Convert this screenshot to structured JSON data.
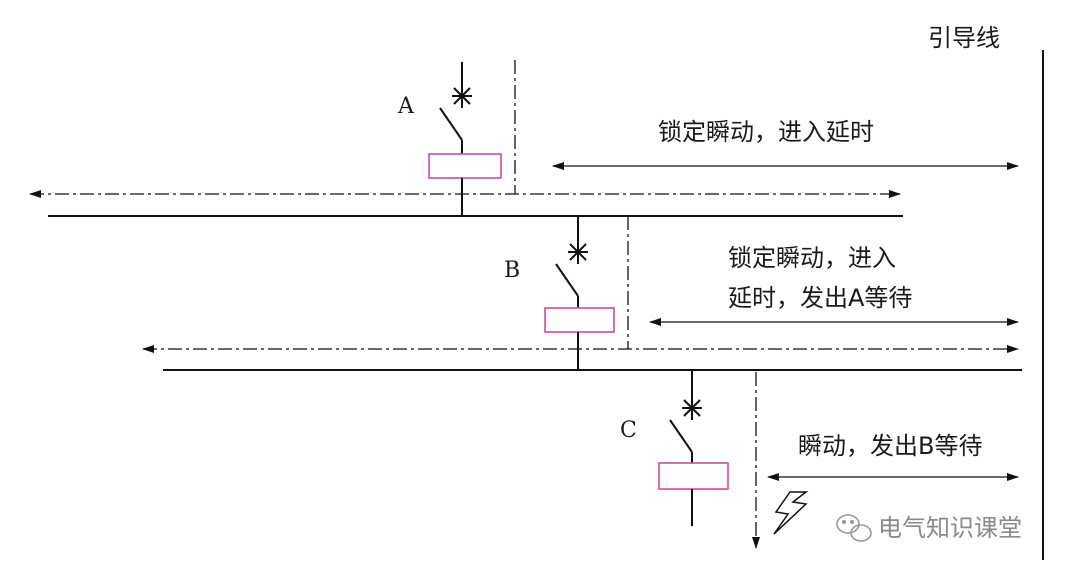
{
  "diagram": {
    "pilot_wire_label": "引导线",
    "breakers": [
      {
        "id": "A",
        "label": "A"
      },
      {
        "id": "B",
        "label": "B"
      },
      {
        "id": "C",
        "label": "C"
      }
    ],
    "annotations": {
      "a": "锁定瞬动，进入延时",
      "b_line1": "锁定瞬动，进入",
      "b_line2": "延时，发出A等待",
      "c": "瞬动，发出B等待"
    },
    "colors": {
      "lines": "#111111",
      "relay_box": "#d04a9c",
      "watermark": "#8a8a8a"
    }
  },
  "watermark": {
    "icon": "wechat-icon",
    "text": "电气知识课堂"
  }
}
